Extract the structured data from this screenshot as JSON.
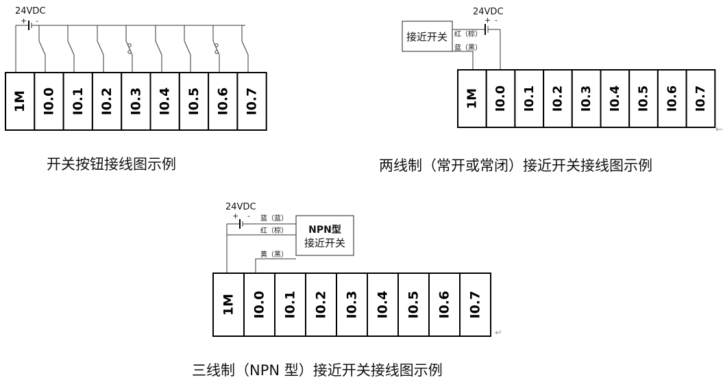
{
  "diagrams": {
    "switch": {
      "supply_label": "24VDC",
      "plus": "+",
      "minus": "-",
      "terminals": [
        "1M",
        "I0.0",
        "I0.1",
        "I0.2",
        "I0.3",
        "I0.4",
        "I0.5",
        "I0.6",
        "I0.7"
      ],
      "caption": "开关按钮接线图示例"
    },
    "two_wire": {
      "supply_label": "24VDC",
      "plus": "+",
      "minus": "-",
      "sensor_label": "接近开关",
      "wire_red": "红（棕）",
      "wire_blue": "蓝（黑）",
      "terminals": [
        "1M",
        "I0.0",
        "I0.1",
        "I0.2",
        "I0.3",
        "I0.4",
        "I0.5",
        "I0.6",
        "I0.7"
      ],
      "caption": "两线制（常开或常闭）接近开关接线图示例",
      "return_mark": "←"
    },
    "three_wire": {
      "supply_label": "24VDC",
      "plus": "+",
      "minus": "-",
      "sensor_line1": "NPN型",
      "sensor_line2": "接近开关",
      "wire_blue": "蓝（蓝）",
      "wire_red": "红（棕）",
      "wire_yellow": "黄（黑）",
      "terminals": [
        "1M",
        "I0.0",
        "I0.1",
        "I0.2",
        "I0.3",
        "I0.4",
        "I0.5",
        "I0.6",
        "I0.7"
      ],
      "caption": "三线制（NPN 型）接近开关接线图示例",
      "return_mark": "↵"
    }
  }
}
